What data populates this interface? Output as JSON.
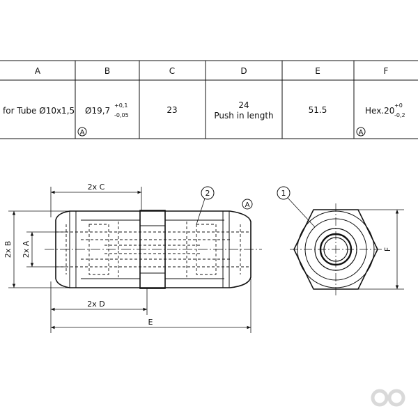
{
  "table": {
    "headers": [
      "A",
      "B",
      "C",
      "D",
      "E",
      "F"
    ],
    "row": {
      "a": "for Tube Ø10x1,5",
      "b_main": "Ø19,7",
      "b_upper": "+0,1",
      "b_lower": "-0,05",
      "c": "23",
      "d_line1": "24",
      "d_line2": "Push in length",
      "e": "51.5",
      "f_main": "Hex.20",
      "f_upper": "+0",
      "f_lower": "-0,2"
    },
    "marker": "A"
  },
  "dimensions": {
    "two_c": "2x C",
    "two_d": "2x D",
    "e": "E",
    "two_b": "2x B",
    "two_a": "2x A",
    "f": "F"
  },
  "callouts": {
    "part_1": "1",
    "part_2": "2",
    "rev_marker": "A"
  },
  "colors": {
    "line": "#111111",
    "logo": "#d9d9d9"
  }
}
